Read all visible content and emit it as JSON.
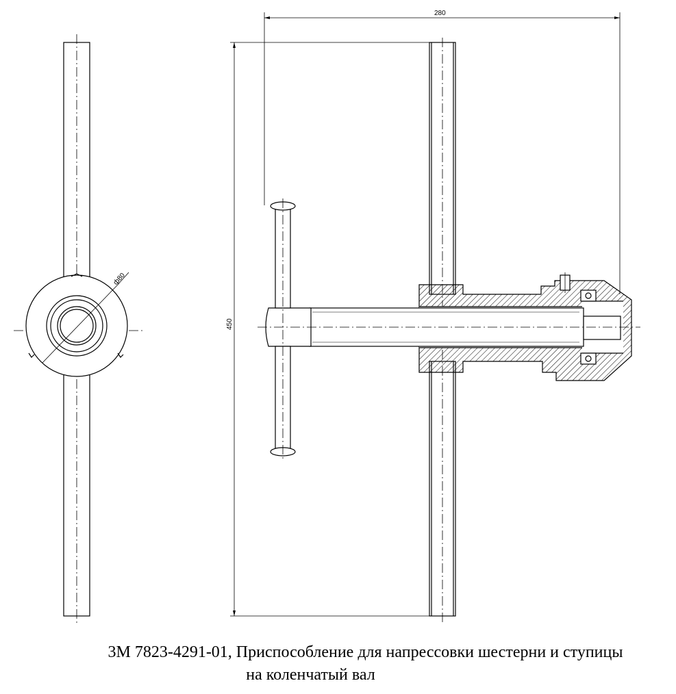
{
  "drawing": {
    "dim_width": "280",
    "dim_height": "450",
    "dim_diameter": "ф80"
  },
  "caption": {
    "line1": "3М 7823-4291-01, Приспособление для напрессовки шестерни и ступицы",
    "line2": "на коленчатый вал"
  }
}
